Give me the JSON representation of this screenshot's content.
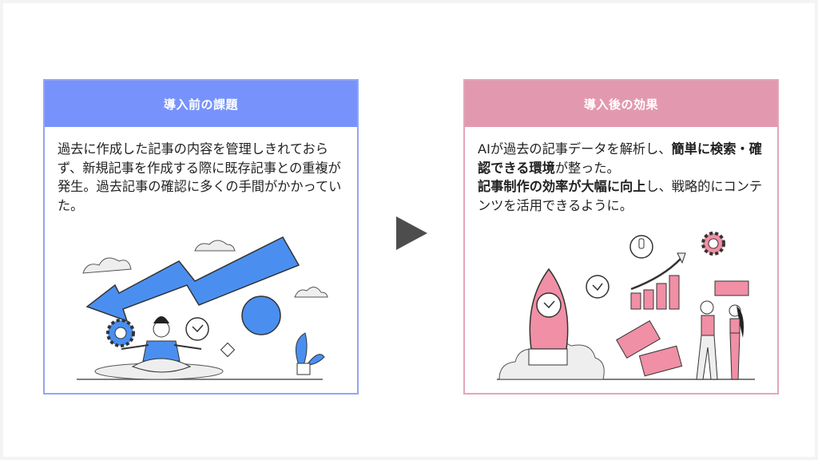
{
  "before": {
    "title": "導入前の課題",
    "text": "過去に作成した記事の内容を管理しきれておらず、新規記事を作成する際に既存記事との重複が発生。過去記事の確認に多くの手間がかかっていた。",
    "accent": "#7793fb",
    "illustration": "person-meditating-downward-arrow"
  },
  "after": {
    "title": "導入後の効果",
    "text_segments": [
      {
        "text": "AIが過去の記事データを解析し、",
        "bold": false
      },
      {
        "text": "簡単に検索・確認できる環境",
        "bold": true
      },
      {
        "text": "が整った。",
        "bold": false
      },
      {
        "text": "記事制作の効率が大幅に向上",
        "bold": true
      },
      {
        "text": "し、戦略的にコンテンツを活用できるように。",
        "bold": false
      }
    ],
    "accent": "#e299b0",
    "illustration": "rocket-growth-chart-team"
  },
  "arrow": {
    "icon": "play-triangle-icon",
    "color": "#4d4d4d"
  }
}
